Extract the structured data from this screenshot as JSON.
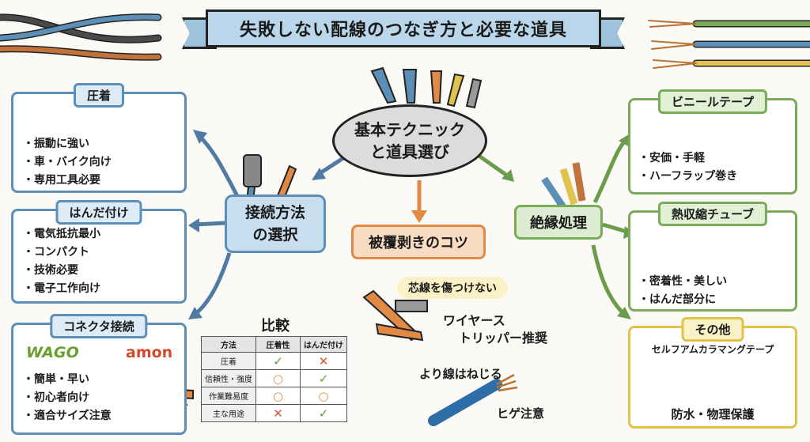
{
  "title": "失敗しない配線のつなぎ方と必要な道具",
  "center": {
    "line1": "基本テクニック",
    "line2": "と道具選び"
  },
  "hubs": {
    "connection": {
      "line1": "接続方法",
      "line2": "の選択"
    },
    "stripping": "被覆剥きのコツ",
    "insulation": "絶縁処理"
  },
  "crimp": {
    "tag": "圧着",
    "items": [
      "・振動に強い",
      "・車・バイク向け",
      "・専用工具必要"
    ]
  },
  "solder": {
    "tag": "はんだ付け",
    "items": [
      "・電気抵抗最小",
      "・コンパクト",
      "・技術必要",
      "・電子工作向け"
    ]
  },
  "connector": {
    "tag": "コネクタ接続",
    "brand1": "WAGO",
    "brand2": "amon",
    "items": [
      "・簡単・早い",
      "・初心者向け",
      "・適合サイズ注意"
    ]
  },
  "comparison": {
    "title": "比較",
    "headers": [
      "方法",
      "圧着性",
      "はんだ付け"
    ],
    "rows": [
      {
        "label": "圧着",
        "a": "✓",
        "b": "✕"
      },
      {
        "label": "信頼性・強度",
        "a": "○",
        "b": "✓"
      },
      {
        "label": "作業難易度",
        "a": "○",
        "b": "○"
      },
      {
        "label": "主な用途",
        "a": "✕",
        "b": "✓"
      }
    ]
  },
  "stripping_tips": {
    "bubble": "芯線を傷つけない",
    "tool_line1": "ワイヤース",
    "tool_line2": "トリッパー推奨",
    "twist": "より線はねじる",
    "whisker": "ヒゲ注意"
  },
  "vinyl": {
    "tag": "ビニールテープ",
    "items": [
      "・安価・手軽",
      "・ハーフラップ巻き"
    ]
  },
  "shrink": {
    "tag": "熱収縮チューブ",
    "items": [
      "・密着性・美しい",
      "・はんだ部分に"
    ]
  },
  "other": {
    "tag": "その他",
    "item1": "セルフアムカラマングテープ",
    "item2": "防水・物理保護"
  }
}
